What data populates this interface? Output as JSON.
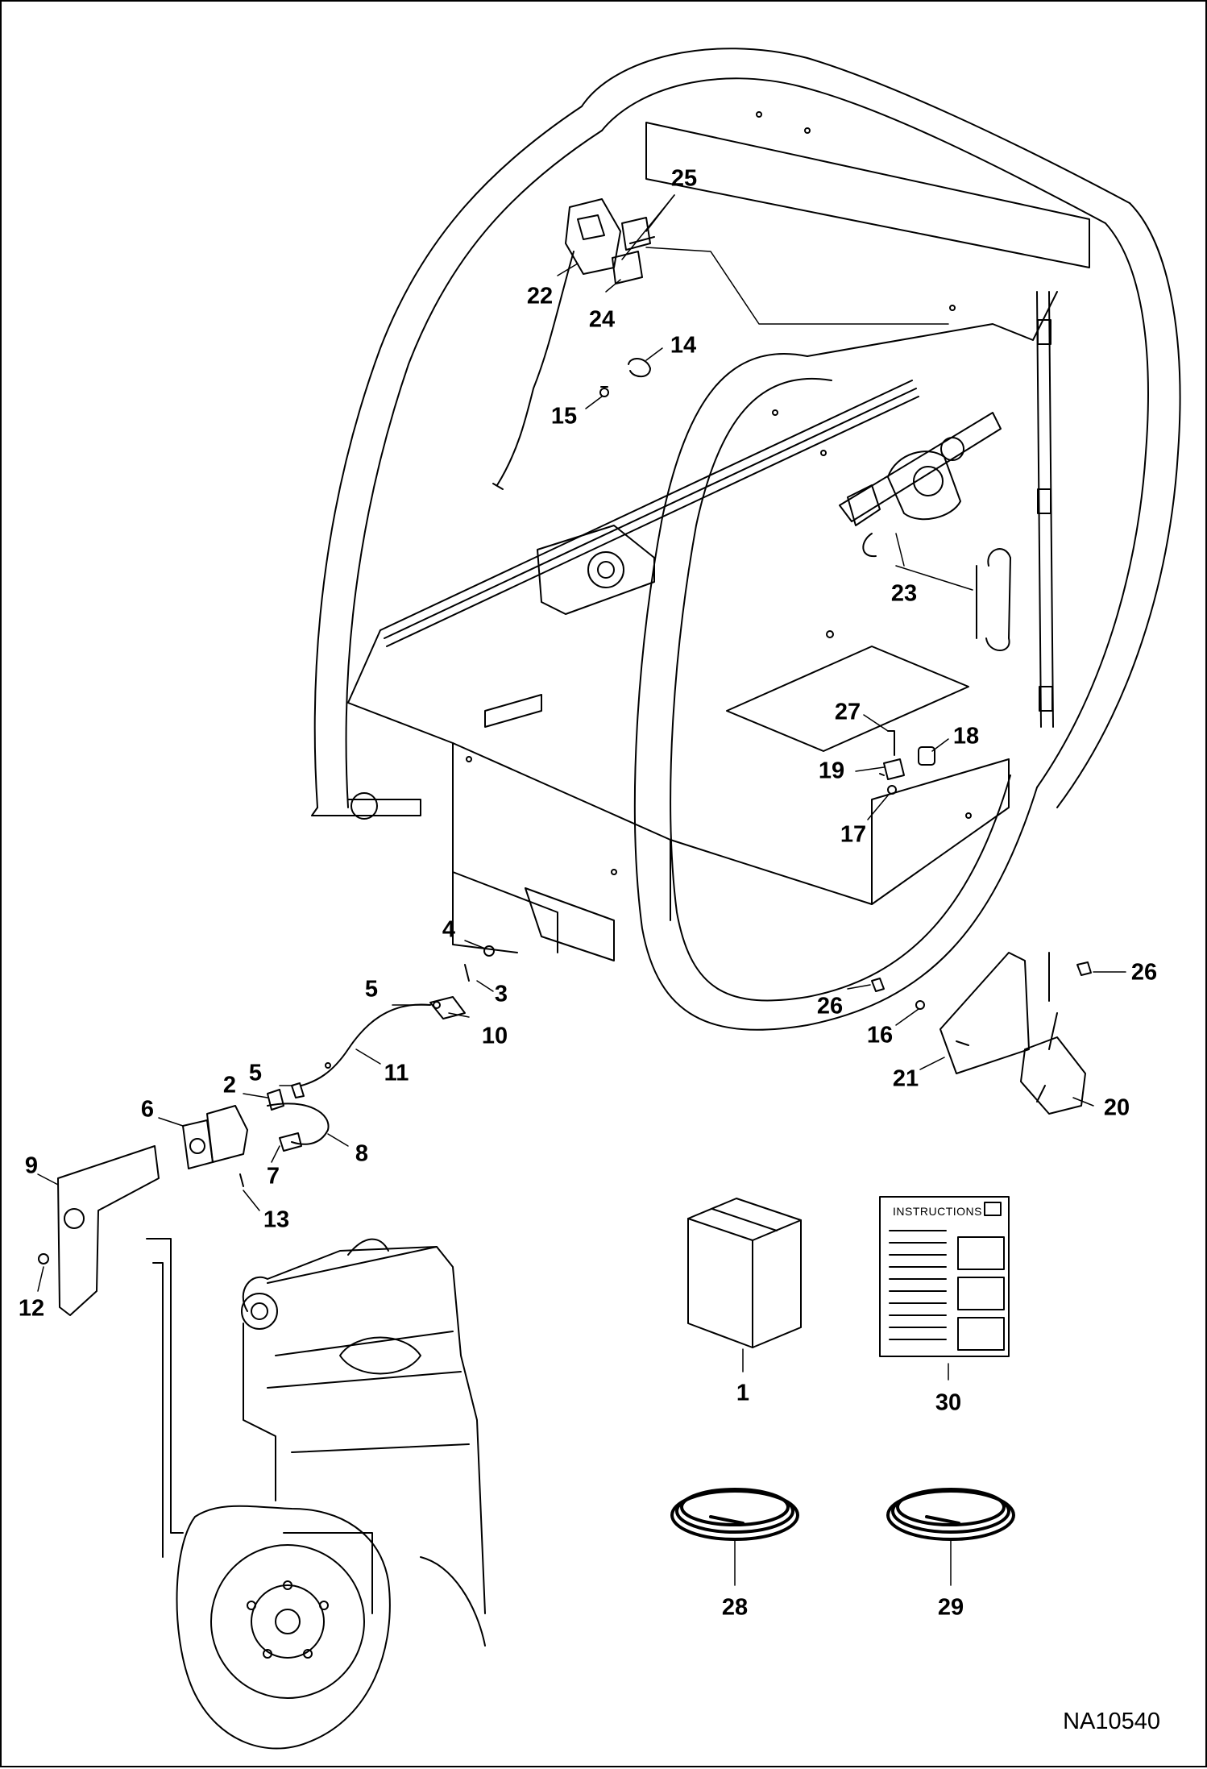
{
  "drawing_code": "NA10540",
  "instructions_label": "INSTRUCTIONS",
  "callouts": [
    {
      "id": "c1",
      "label": "1"
    },
    {
      "id": "c2",
      "label": "2"
    },
    {
      "id": "c3",
      "label": "3"
    },
    {
      "id": "c4",
      "label": "4"
    },
    {
      "id": "c5a",
      "label": "5"
    },
    {
      "id": "c5b",
      "label": "5"
    },
    {
      "id": "c6",
      "label": "6"
    },
    {
      "id": "c7",
      "label": "7"
    },
    {
      "id": "c8",
      "label": "8"
    },
    {
      "id": "c9",
      "label": "9"
    },
    {
      "id": "c10",
      "label": "10"
    },
    {
      "id": "c11",
      "label": "11"
    },
    {
      "id": "c12",
      "label": "12"
    },
    {
      "id": "c13",
      "label": "13"
    },
    {
      "id": "c14",
      "label": "14"
    },
    {
      "id": "c15",
      "label": "15"
    },
    {
      "id": "c16",
      "label": "16"
    },
    {
      "id": "c17",
      "label": "17"
    },
    {
      "id": "c18",
      "label": "18"
    },
    {
      "id": "c19",
      "label": "19"
    },
    {
      "id": "c20",
      "label": "20"
    },
    {
      "id": "c21",
      "label": "21"
    },
    {
      "id": "c22",
      "label": "22"
    },
    {
      "id": "c23",
      "label": "23"
    },
    {
      "id": "c24",
      "label": "24"
    },
    {
      "id": "c25",
      "label": "25"
    },
    {
      "id": "c26a",
      "label": "26"
    },
    {
      "id": "c26b",
      "label": "26"
    },
    {
      "id": "c27",
      "label": "27"
    },
    {
      "id": "c28",
      "label": "28"
    },
    {
      "id": "c29",
      "label": "29"
    },
    {
      "id": "c30",
      "label": "30"
    }
  ]
}
